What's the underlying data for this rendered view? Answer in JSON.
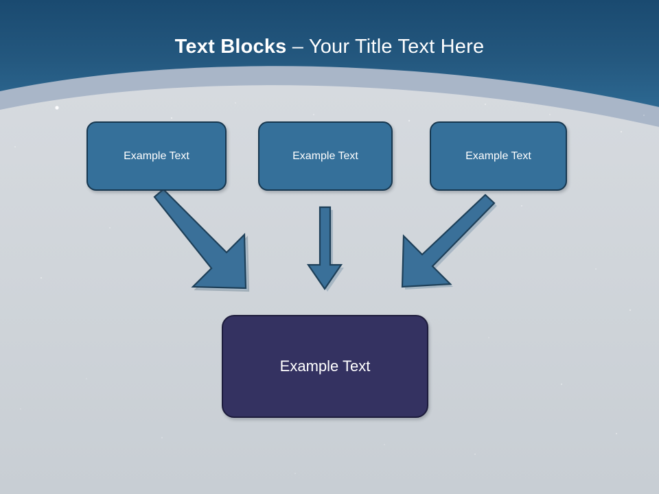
{
  "slide": {
    "title": {
      "strong": "Text Blocks ",
      "light": "– Your Title Text Here"
    },
    "background": {
      "sky_top_color": "#1a4a70",
      "sky_bottom_color": "#3a7daa",
      "band_color": "#a9b6c8",
      "body_color": "#ced3d8"
    }
  },
  "diagram": {
    "type": "converging-blocks",
    "top_boxes": [
      {
        "label": "Example Text",
        "fill": "#35709a",
        "border": "#17374f"
      },
      {
        "label": "Example Text",
        "fill": "#35709a",
        "border": "#17374f"
      },
      {
        "label": "Example Text",
        "fill": "#35709a",
        "border": "#17374f"
      }
    ],
    "bottom_box": {
      "label": "Example Text",
      "fill": "#343261",
      "border": "#1c1b3b"
    },
    "arrows": [
      {
        "name": "arrow-left-diagonal",
        "direction": "down-right",
        "fill": "#3a7099",
        "stroke": "#1d3f58"
      },
      {
        "name": "arrow-middle-vertical",
        "direction": "down",
        "fill": "#3a7099",
        "stroke": "#1d3f58"
      },
      {
        "name": "arrow-right-diagonal",
        "direction": "down-left",
        "fill": "#3a7099",
        "stroke": "#1d3f58"
      }
    ]
  }
}
